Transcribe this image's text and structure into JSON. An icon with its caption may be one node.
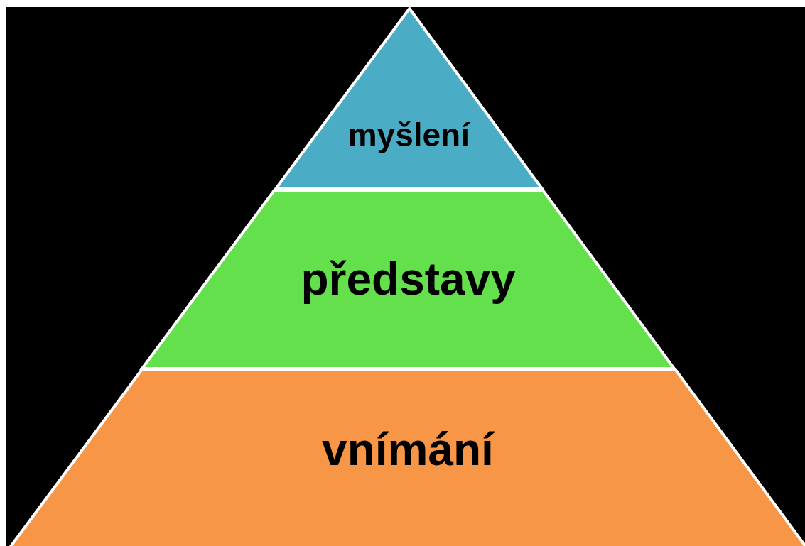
{
  "diagram": {
    "nodes": [
      {
        "text": [
          "myšlení"
        ]
      },
      {
        "text": [
          "představy"
        ]
      },
      {
        "text": [
          "vnímání"
        ]
      }
    ]
  }
}
